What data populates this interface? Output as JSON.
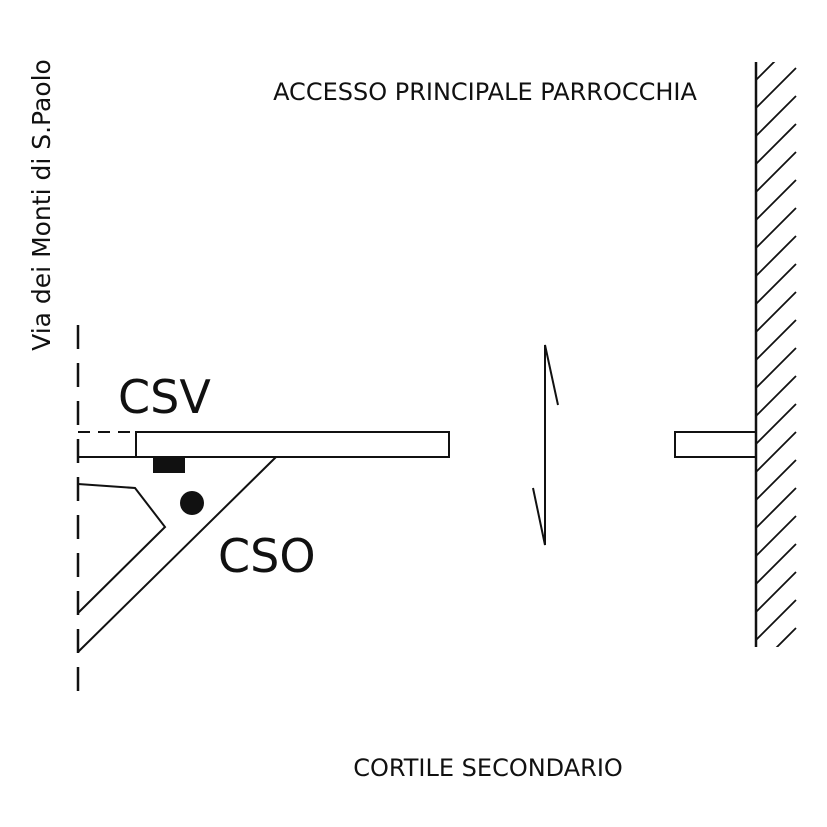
{
  "labels": {
    "street": "Via dei Monti di S.Paolo",
    "main_access": "ACCESSO PRINCIPALE PARROCCHIA",
    "csv": "CSV",
    "cso": "CSO",
    "secondary_court": "CORTILE SECONDARIO"
  },
  "colors": {
    "ink": "#111111",
    "background": "#ffffff"
  }
}
